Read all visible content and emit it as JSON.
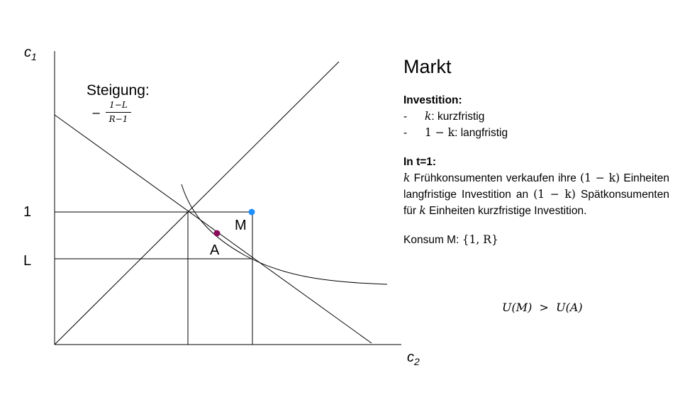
{
  "diagram": {
    "axis_y_label": "c",
    "axis_y_sub": "1",
    "axis_x_label": "c",
    "axis_x_sub": "2",
    "tick_one": "1",
    "tick_L": "L",
    "point_M_label": "M",
    "point_A_label": "A",
    "slope_label": "Steigung:",
    "slope_minus": "−",
    "slope_numerator": "1−L",
    "slope_denominator": "R−1",
    "colors": {
      "point_M": "#1e90ff",
      "point_A": "#8b0a5a",
      "lines": "#000000"
    }
  },
  "panel": {
    "title": "Markt",
    "investition_heading": "Investition:",
    "item1_dash": "-",
    "item1_math": "k",
    "item1_text": ": kurzfristig",
    "item2_dash": "-",
    "item2_math": "1 − k",
    "item2_text": ": langfristig",
    "t1_heading": "In t=1:",
    "t1_k": "k",
    "t1_part1": " Frühkonsumenten verkaufen ihre ",
    "t1_math1": "(1 − k)",
    "t1_part2": " Einheiten langfristige Investition an ",
    "t1_math2": "(1 − k)",
    "t1_part3": " Spätkonsumenten für ",
    "t1_k2": "k",
    "t1_part4": " Einheiten kurzfristige Investition.",
    "konsum_label": "Konsum M: ",
    "konsum_math": "{1, R}",
    "inequality": "U(M)  >  U(A)"
  }
}
